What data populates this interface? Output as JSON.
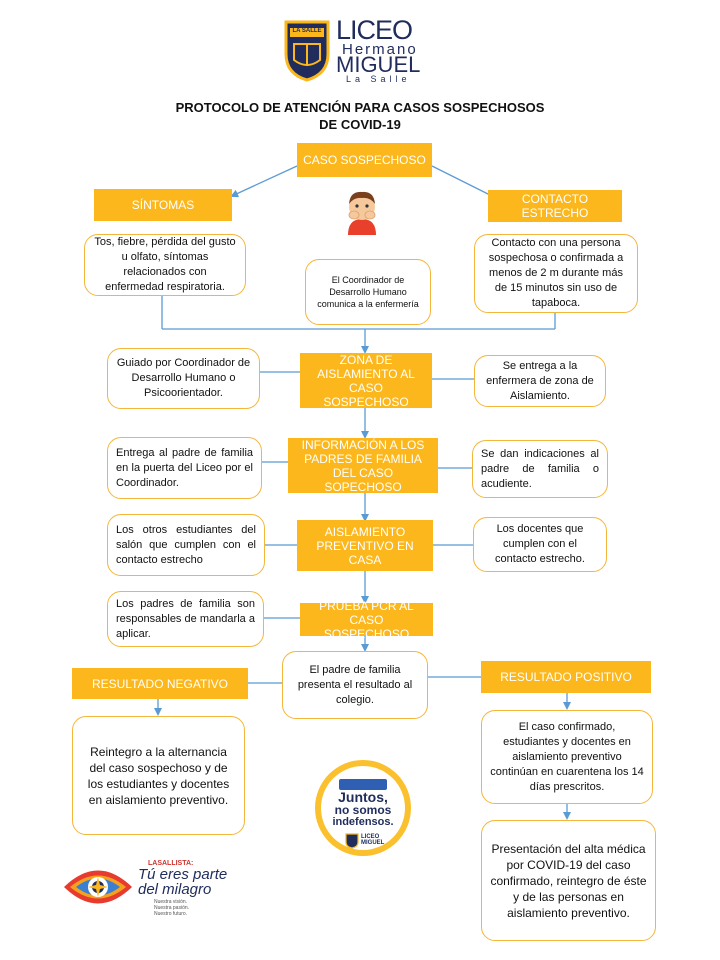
{
  "header": {
    "shield_text": "LA SALLE",
    "brand_line1": "LICEO",
    "brand_line2": "Hermano",
    "brand_line3": "MIGUEL",
    "brand_line4": "La Salle"
  },
  "title": {
    "line1": "PROTOCOLO DE ATENCIÓN PARA CASOS SOSPECHOSOS",
    "line2": "DE COVID-19"
  },
  "nodes": {
    "caso_sospechoso": "CASO SOSPECHOSO",
    "sintomas": "SÍNTOMAS",
    "contacto_estrecho": "CONTACTO ESTRECHO",
    "sintomas_desc": "Tos, fiebre, pérdida del gusto u olfato, síntomas relacionados con enfermedad respiratoria.",
    "contacto_desc": "Contacto con una persona sospechosa o confirmada a menos de 2 m durante más de 15 minutos sin uso de tapaboca.",
    "coordinador": "El Coordinador de Desarrollo Humano comunica a la enfermería",
    "zona_aislamiento": "ZONA DE AISLAMIENTO AL CASO SOSPECHOSO",
    "guiado": "Guiado por Coordinador de Desarrollo Humano o Psicoorientador.",
    "entrega_enfermera": "Se entrega a la enfermera de zona de Aislamiento.",
    "informacion_padres": "INFORMACIÓN A LOS PADRES DE FAMILIA DEL CASO SOPECHOSO",
    "entrega_padre": "Entrega al padre de familia en la puerta del Liceo por el Coordinador.",
    "indicaciones": "Se dan indicaciones al padre de familia o acudiente.",
    "aislamiento_preventivo": "AISLAMIENTO PREVENTIVO EN CASA",
    "otros_estudiantes": "Los otros estudiantes del salón que cumplen con el contacto estrecho",
    "docentes": "Los docentes que cumplen con el contacto estrecho.",
    "prueba_pcr": "PRUEBA PCR AL CASO SOSPECHOSO",
    "padres_responsables": "Los padres de familia son responsables de mandarla a aplicar.",
    "padre_presenta": "El padre de familia presenta el resultado al colegio.",
    "resultado_negativo": "RESULTADO NEGATIVO",
    "resultado_positivo": "RESULTADO POSITIVO",
    "reintegro": "Reintegro a la alternancia del caso sospechoso y de los estudiantes y docentes en aislamiento preventivo.",
    "caso_confirmado": "El caso confirmado, estudiantes y docentes en aislamiento preventivo continúan en cuarentena los 14 días prescritos.",
    "alta_medica": "Presentación del alta médica por COVID-19 del caso confirmado, reintegro de éste y de las personas en aislamiento preventivo."
  },
  "badge": {
    "hashtag": "#SoyLhemi",
    "line1": "Juntos,",
    "line2": "no somos",
    "line3": "indefensos."
  },
  "footer": {
    "tag": "LASALLISTA:",
    "line1": "Tú eres parte",
    "line2": "del milagro",
    "sub1": "Nuestra visión.",
    "sub2": "Nuestra pasión.",
    "sub3": "Nuestro futuro."
  },
  "colors": {
    "accent": "#fbb71c",
    "border": "#f4b63a",
    "arrow": "#5b9bd5",
    "brand_navy": "#1f2c5c"
  }
}
